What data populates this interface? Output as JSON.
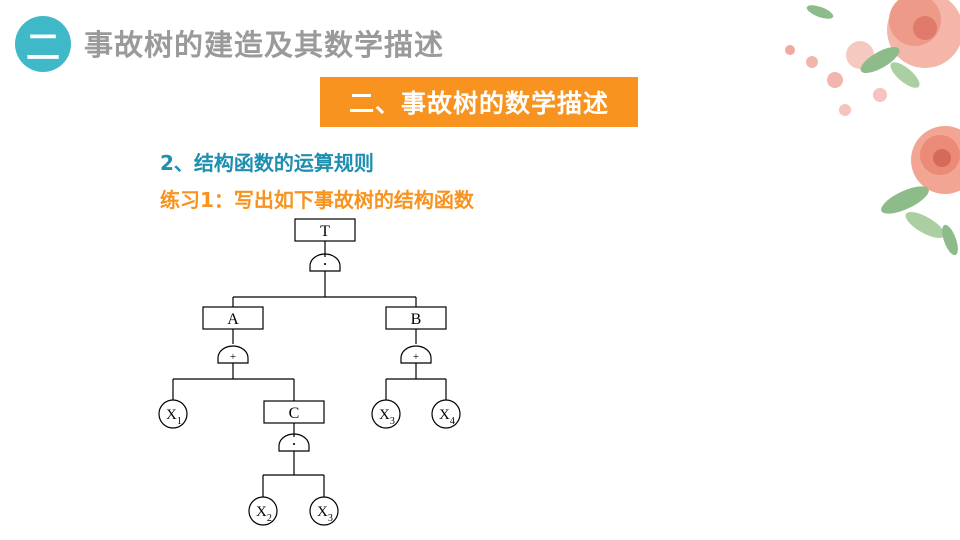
{
  "header": {
    "badge": "二",
    "title": "事故树的建造及其数学描述",
    "banner": "二、事故树的数学描述"
  },
  "content": {
    "subtitle": "2、结构函数的运算规则",
    "exercise": "练习1：写出如下事故树的结构函数"
  },
  "tree": {
    "events": {
      "top": "T",
      "a": "A",
      "b": "B",
      "c": "C"
    },
    "gates": {
      "top": "·",
      "a": "+",
      "b": "+",
      "c": "·"
    },
    "basic_events": {
      "x1": {
        "label": "X",
        "sub": "1"
      },
      "x2": {
        "label": "X",
        "sub": "2"
      },
      "x3a": {
        "label": "X",
        "sub": "3"
      },
      "x3b": {
        "label": "X",
        "sub": "3"
      },
      "x4": {
        "label": "X",
        "sub": "4"
      }
    }
  },
  "colors": {
    "accent_teal": "#3fb8c8",
    "accent_orange": "#f7931e",
    "subtitle_blue": "#1e8fb0",
    "title_gray": "#9a9a9a"
  }
}
